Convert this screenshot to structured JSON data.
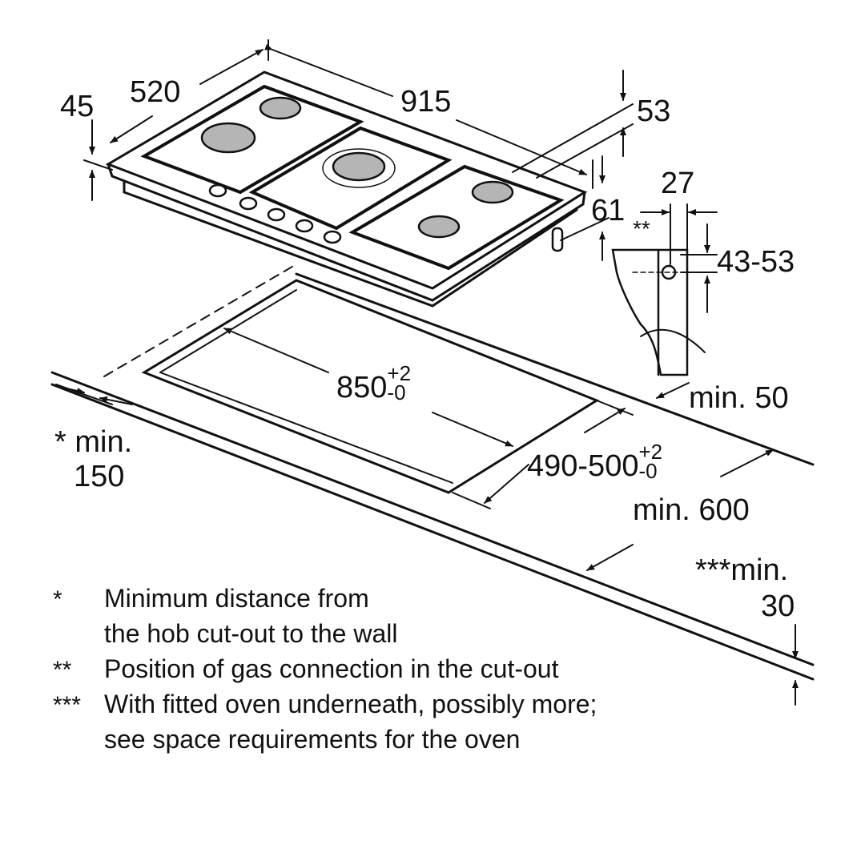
{
  "dimensions": {
    "depth": "520",
    "width": "915",
    "height_45": "45",
    "height_53": "53",
    "height_61": "61",
    "conn_27": "27",
    "conn_marker": "**",
    "conn_height": "43-53",
    "cutout_width": "850",
    "cutout_width_tol_plus": "+2",
    "cutout_width_tol_minus": "-0",
    "cutout_depth": "490-500",
    "cutout_depth_tol_plus": "+2",
    "cutout_depth_tol_minus": "-0",
    "min_50": "min. 50",
    "min_600": "min. 600",
    "wall_min_prefix": "* min.",
    "wall_min_value": "150",
    "oven_min_prefix": "***min.",
    "oven_min_value": "30"
  },
  "notes": [
    {
      "mark": "*",
      "text": "Minimum distance from",
      "text2": "the hob cut-out to the wall"
    },
    {
      "mark": "**",
      "text": "Position of gas connection in the cut-out"
    },
    {
      "mark": "***",
      "text": "With fitted oven underneath, possibly more;",
      "text2": "see space requirements for the oven"
    }
  ],
  "colors": {
    "line": "#111111",
    "burner": "#b5b5b5"
  }
}
